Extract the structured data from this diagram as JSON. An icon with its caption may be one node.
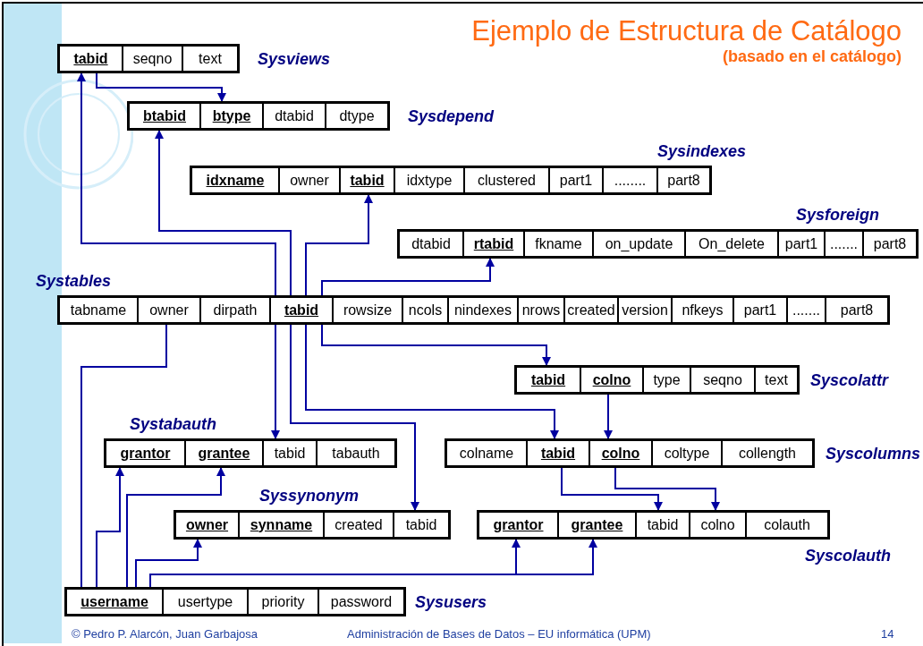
{
  "diagram": {
    "title": "Ejemplo de Estructura de Catálogo",
    "nodes": [
      {
        "text": [
          "Sysviews"
        ]
      },
      {
        "text": [
          "tabid"
        ],
        "in": 0
      },
      {
        "text": [
          "seqno"
        ],
        "in": 0
      },
      {
        "text": [
          "text"
        ],
        "in": 0
      },
      {
        "text": [
          "Sysdepend"
        ]
      },
      {
        "text": [
          "btabid"
        ],
        "in": 4
      },
      {
        "text": [
          "btype"
        ],
        "in": 4
      },
      {
        "text": [
          "dtabid"
        ],
        "in": 4
      },
      {
        "text": [
          "dtype"
        ],
        "in": 4
      },
      {
        "text": [
          "Sysindexes"
        ]
      },
      {
        "text": [
          "idxname"
        ],
        "in": 9
      },
      {
        "text": [
          "owner"
        ],
        "in": 9
      },
      {
        "text": [
          "tabid"
        ],
        "in": 9
      },
      {
        "text": [
          "idxtype"
        ],
        "in": 9
      },
      {
        "text": [
          "clustered"
        ],
        "in": 9
      },
      {
        "text": [
          "part1"
        ],
        "in": 9
      },
      {
        "text": [
          "........"
        ],
        "in": 9
      },
      {
        "text": [
          "part8"
        ],
        "in": 9
      },
      {
        "text": [
          "Sysforeign"
        ]
      },
      {
        "text": [
          "dtabid"
        ],
        "in": 18
      },
      {
        "text": [
          "rtabid"
        ],
        "in": 18
      },
      {
        "text": [
          "fkname"
        ],
        "in": 18
      },
      {
        "text": [
          "on_update"
        ],
        "in": 18
      },
      {
        "text": [
          "On_delete"
        ],
        "in": 18
      },
      {
        "text": [
          "part1"
        ],
        "in": 18
      },
      {
        "text": [
          "......."
        ],
        "in": 18
      },
      {
        "text": [
          "part8"
        ],
        "in": 18
      },
      {
        "text": [
          "Systables"
        ]
      },
      {
        "text": [
          "tabname"
        ],
        "in": 27
      },
      {
        "text": [
          "owner"
        ],
        "in": 27
      },
      {
        "text": [
          "dirpath"
        ],
        "in": 27
      },
      {
        "text": [
          "tabid"
        ],
        "in": 27
      },
      {
        "text": [
          "rowsize"
        ],
        "in": 27
      },
      {
        "text": [
          "ncols"
        ],
        "in": 27
      },
      {
        "text": [
          "nindexes"
        ],
        "in": 27
      },
      {
        "text": [
          "nrows"
        ],
        "in": 27
      },
      {
        "text": [
          "created"
        ],
        "in": 27
      },
      {
        "text": [
          "version"
        ],
        "in": 27
      },
      {
        "text": [
          "nfkeys"
        ],
        "in": 27
      },
      {
        "text": [
          "part1"
        ],
        "in": 27
      },
      {
        "text": [
          "......."
        ],
        "in": 27
      },
      {
        "text": [
          "part8"
        ],
        "in": 27
      },
      {
        "text": [
          "Syscolattr"
        ]
      },
      {
        "text": [
          "tabid"
        ],
        "in": 42
      },
      {
        "text": [
          "colno"
        ],
        "in": 42
      },
      {
        "text": [
          "type"
        ],
        "in": 42
      },
      {
        "text": [
          "seqno"
        ],
        "in": 42
      },
      {
        "text": [
          "text"
        ],
        "in": 42
      },
      {
        "text": [
          "Systabauth"
        ]
      },
      {
        "text": [
          "grantor"
        ],
        "in": 48
      },
      {
        "text": [
          "grantee"
        ],
        "in": 48
      },
      {
        "text": [
          "tabid"
        ],
        "in": 48
      },
      {
        "text": [
          "tabauth"
        ],
        "in": 48
      },
      {
        "text": [
          "Syscolumns"
        ]
      },
      {
        "text": [
          "colname"
        ],
        "in": 53
      },
      {
        "text": [
          "tabid"
        ],
        "in": 53
      },
      {
        "text": [
          "colno"
        ],
        "in": 53
      },
      {
        "text": [
          "coltype"
        ],
        "in": 53
      },
      {
        "text": [
          "collength"
        ],
        "in": 53
      },
      {
        "text": [
          "Syssynonym"
        ]
      },
      {
        "text": [
          "owner"
        ],
        "in": 59
      },
      {
        "text": [
          "synname"
        ],
        "in": 59
      },
      {
        "text": [
          "created"
        ],
        "in": 59
      },
      {
        "text": [
          "tabid"
        ],
        "in": 59
      },
      {
        "text": [
          "Syscolauth"
        ]
      },
      {
        "text": [
          "grantor"
        ],
        "in": 64
      },
      {
        "text": [
          "grantee"
        ],
        "in": 64
      },
      {
        "text": [
          "tabid"
        ],
        "in": 64
      },
      {
        "text": [
          "colno"
        ],
        "in": 64
      },
      {
        "text": [
          "colauth"
        ],
        "in": 64
      },
      {
        "text": [
          "Sysusers"
        ]
      },
      {
        "text": [
          "username"
        ],
        "in": 70
      },
      {
        "text": [
          "usertype"
        ],
        "in": 70
      },
      {
        "text": [
          "priority"
        ],
        "in": 70
      },
      {
        "text": [
          "password"
        ],
        "in": 70
      }
    ],
    "edges": [
      {
        "from": 31,
        "to": 1,
        "arrow": "to"
      },
      {
        "from": 1,
        "to": 6,
        "arrow": "to"
      },
      {
        "from": 31,
        "to": 5,
        "arrow": "to"
      },
      {
        "from": 31,
        "to": 12,
        "arrow": "to"
      },
      {
        "from": 31,
        "to": 20,
        "arrow": "to"
      },
      {
        "from": 31,
        "to": 51,
        "arrow": "to"
      },
      {
        "from": 31,
        "to": 43,
        "arrow": "to"
      },
      {
        "from": 31,
        "to": 55,
        "arrow": "to"
      },
      {
        "from": 31,
        "to": 63,
        "arrow": "to"
      },
      {
        "from": 29,
        "to": 71,
        "arrow": "none"
      },
      {
        "from": 44,
        "to": 56,
        "arrow": "to"
      },
      {
        "from": 55,
        "to": 67,
        "arrow": "to"
      },
      {
        "from": 56,
        "to": 68,
        "arrow": "to"
      },
      {
        "from": 71,
        "to": 49,
        "arrow": "to"
      },
      {
        "from": 71,
        "to": 50,
        "arrow": "to"
      },
      {
        "from": 71,
        "to": 60,
        "arrow": "to"
      },
      {
        "from": 71,
        "to": 65,
        "arrow": "to"
      },
      {
        "from": 71,
        "to": 66,
        "arrow": "to"
      }
    ],
    "labels": [
      "(basado en el catálogo)",
      "© Pedro P. Alarcón, Juan Garbajosa",
      "Administración de Bases de Datos – EU informática (UPM)",
      "14"
    ]
  }
}
